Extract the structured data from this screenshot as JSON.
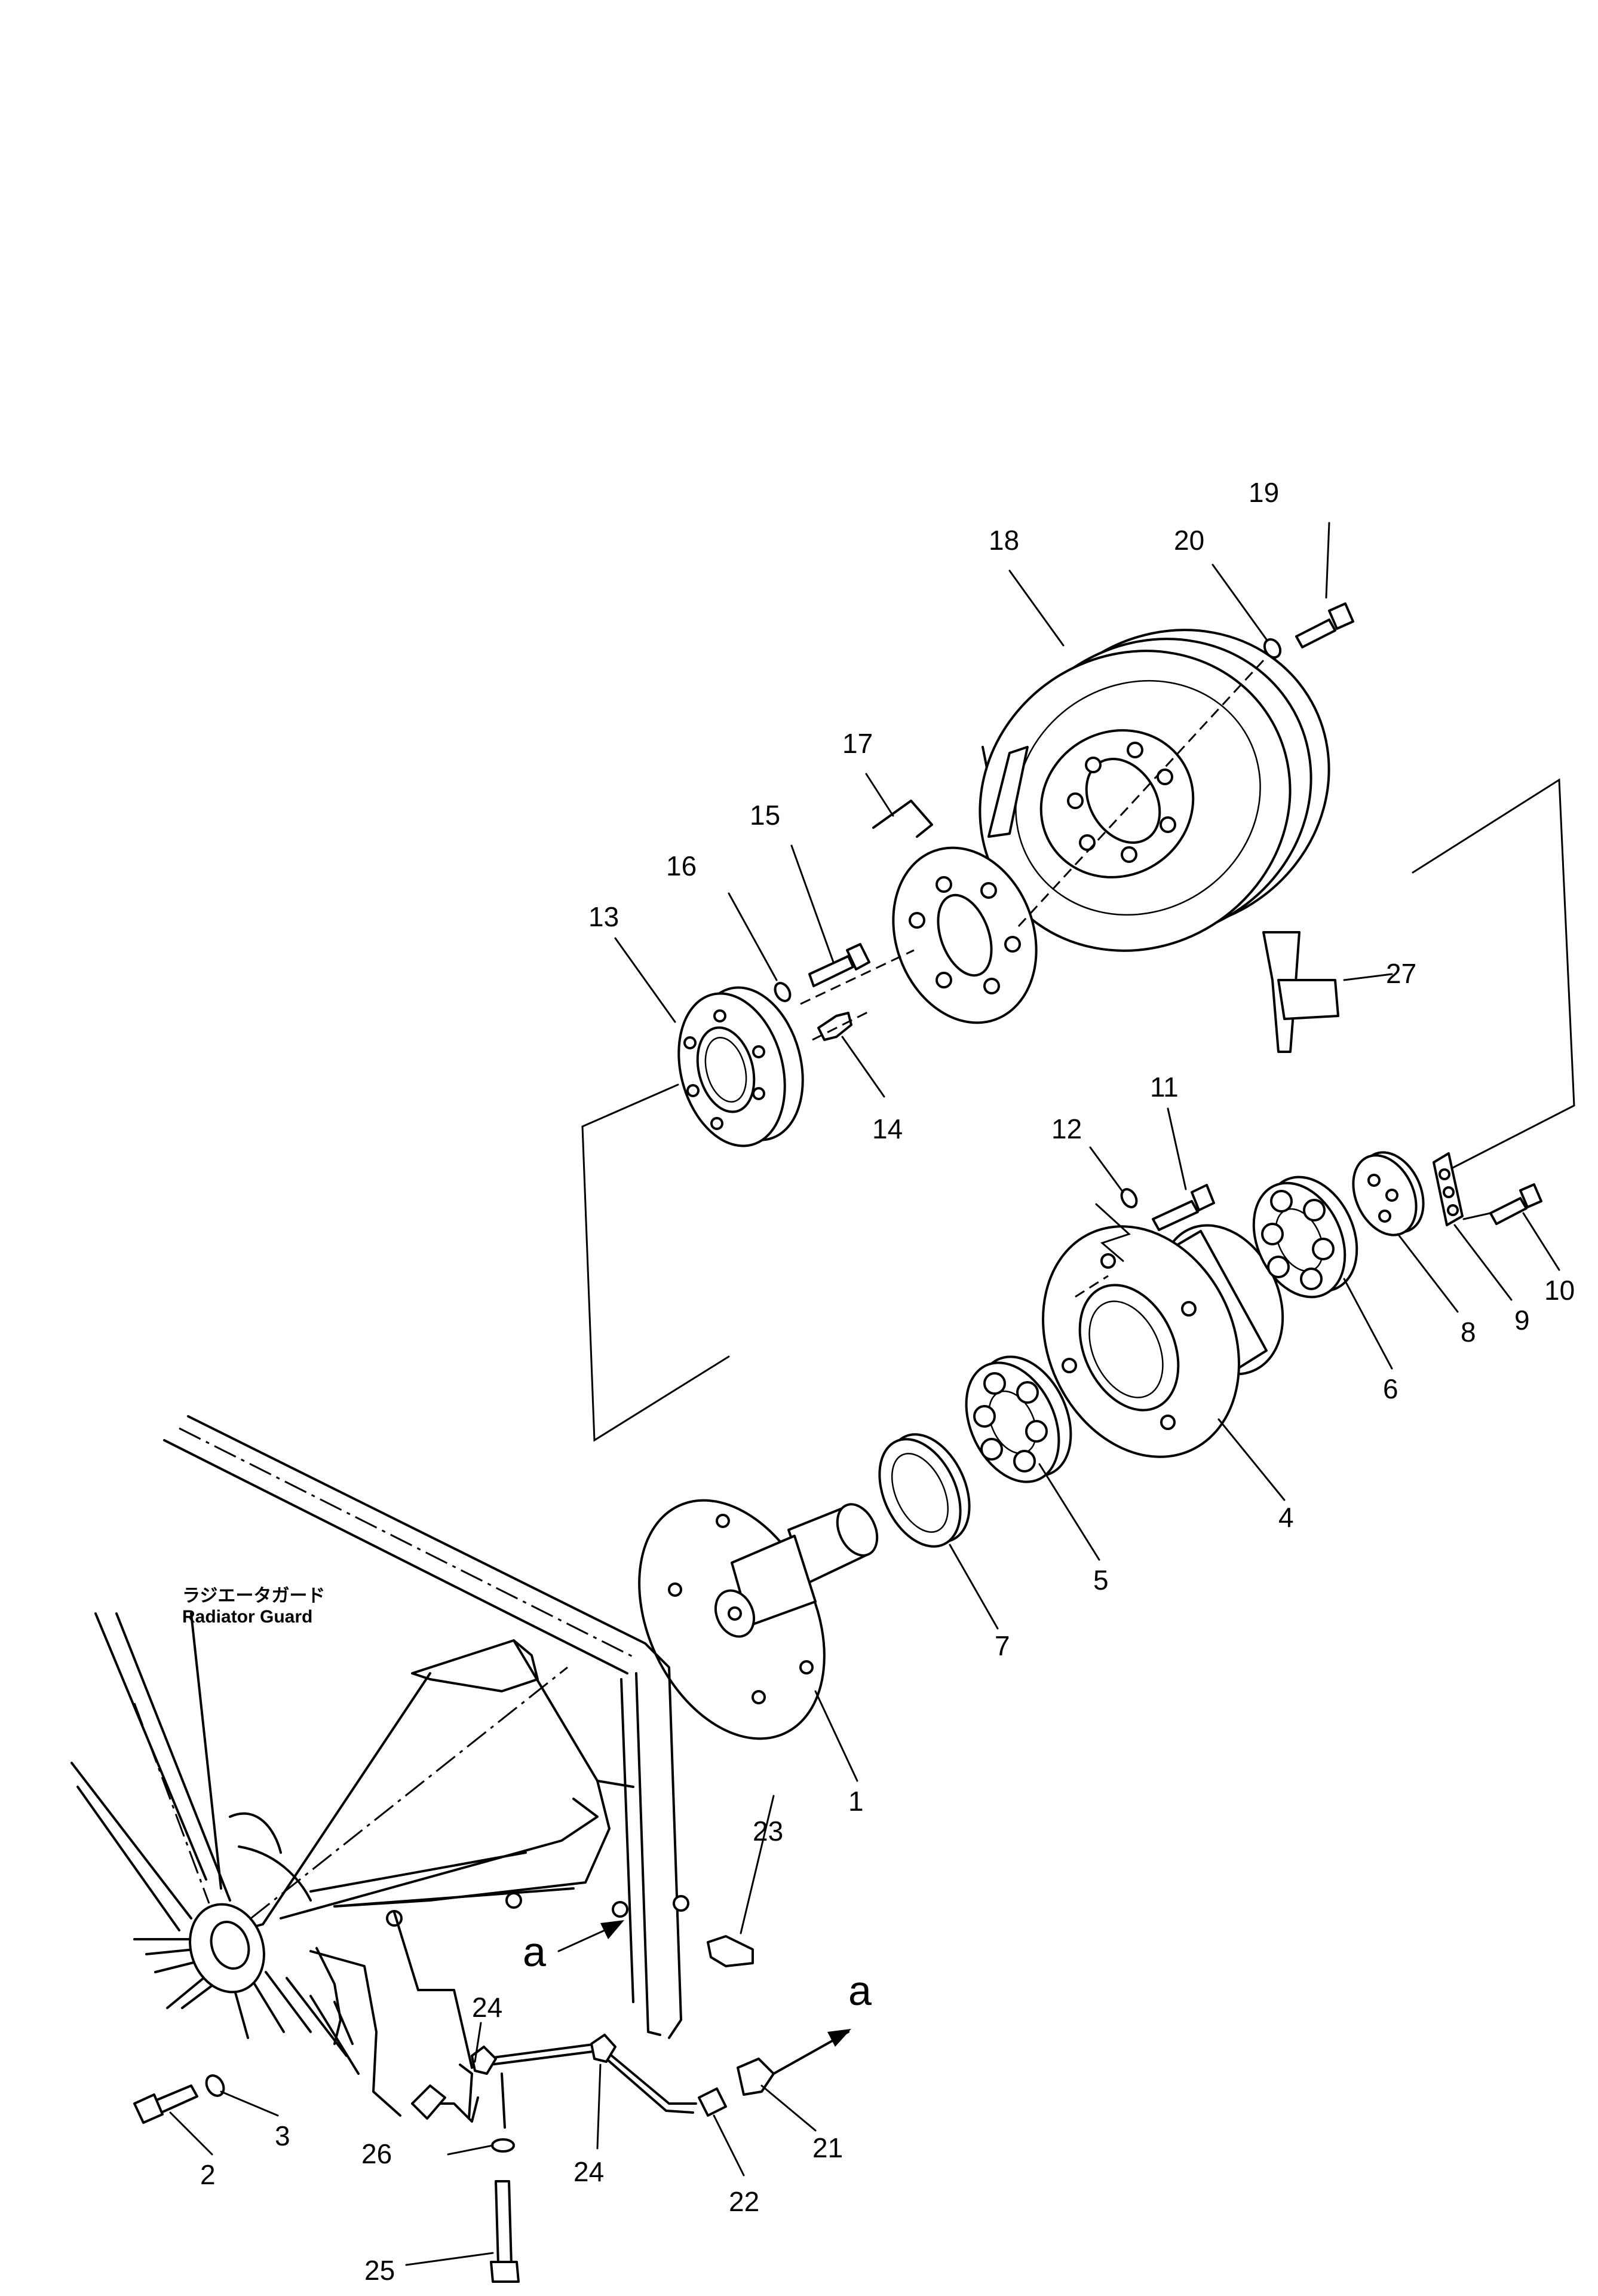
{
  "callouts": [
    {
      "num": "1",
      "target": "fan-hub-shaft"
    },
    {
      "num": "2",
      "target": "guard-bolt"
    },
    {
      "num": "3",
      "target": "guard-washer"
    },
    {
      "num": "4",
      "target": "bearing-housing"
    },
    {
      "num": "5",
      "target": "ball-bearing-front"
    },
    {
      "num": "6",
      "target": "ball-bearing-rear"
    },
    {
      "num": "7",
      "target": "seal-ring"
    },
    {
      "num": "8",
      "target": "retainer-plate"
    },
    {
      "num": "9",
      "target": "lock-plate"
    },
    {
      "num": "10",
      "target": "lock-bolt"
    },
    {
      "num": "11",
      "target": "housing-bolt"
    },
    {
      "num": "12",
      "target": "housing-washer"
    },
    {
      "num": "13",
      "target": "pulley-flange"
    },
    {
      "num": "14",
      "target": "grease-fitting"
    },
    {
      "num": "15",
      "target": "flange-bolt"
    },
    {
      "num": "16",
      "target": "flange-washer"
    },
    {
      "num": "17",
      "target": "spacer-plate"
    },
    {
      "num": "18",
      "target": "fan-pulley"
    },
    {
      "num": "19",
      "target": "pulley-bolt"
    },
    {
      "num": "20",
      "target": "pulley-washer"
    },
    {
      "num": "21",
      "target": "connector"
    },
    {
      "num": "22",
      "target": "elbow-fitting"
    },
    {
      "num": "23",
      "target": "grease-nipple"
    },
    {
      "num": "24",
      "target": "hose-clip"
    },
    {
      "num": "24",
      "target": "hose-clip"
    },
    {
      "num": "25",
      "target": "clip-bolt"
    },
    {
      "num": "26",
      "target": "clip-washer"
    },
    {
      "num": "27",
      "target": "belt-guard"
    }
  ],
  "guard_label_jp": "ラジエータガード",
  "guard_label_en": "Radiator Guard",
  "reference_mark": "a"
}
